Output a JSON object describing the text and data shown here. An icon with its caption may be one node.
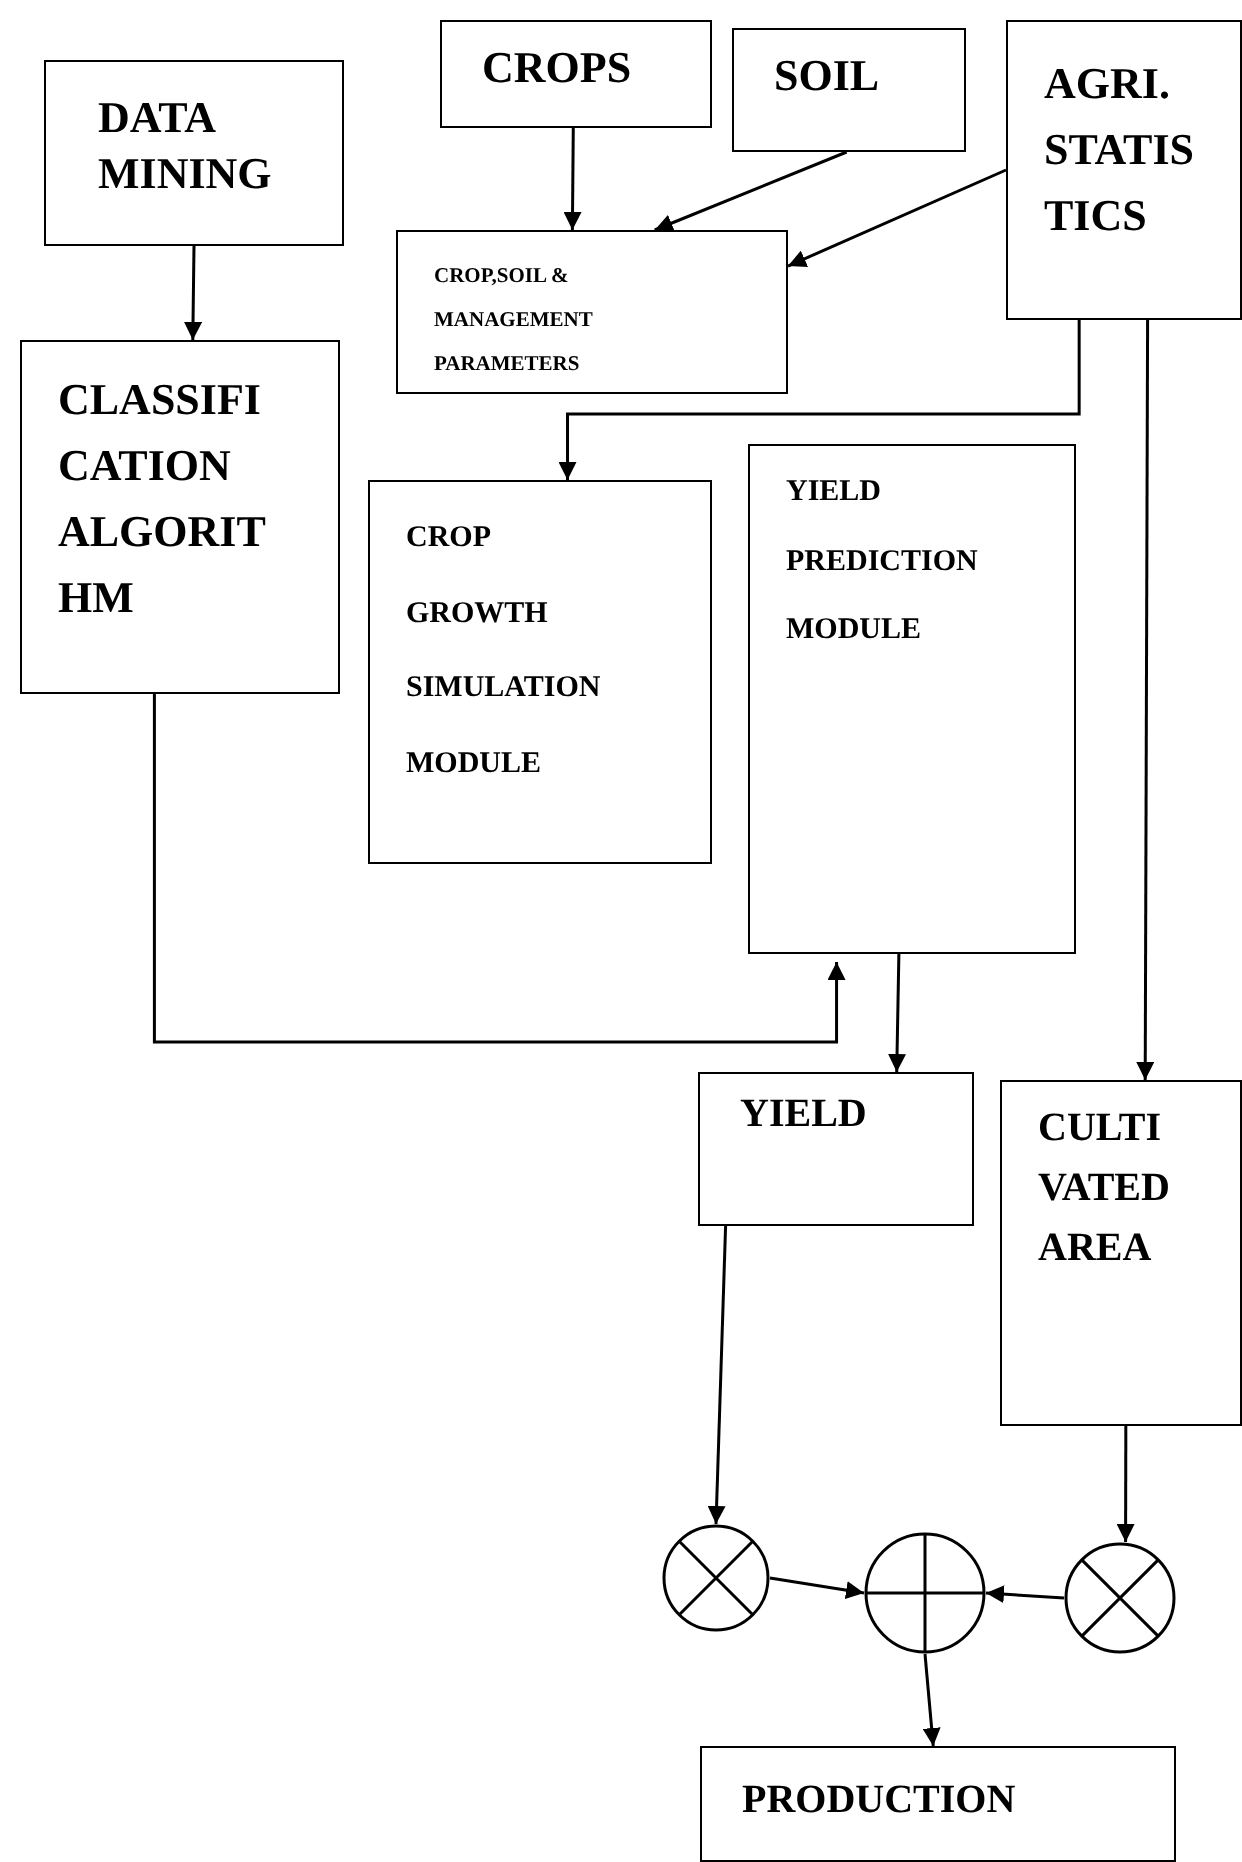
{
  "diagram": {
    "nodes": [
      {
        "text": [
          "DATA MINING"
        ]
      },
      {
        "text": [
          "CROPS"
        ]
      },
      {
        "text": [
          "SOIL"
        ]
      },
      {
        "text": [
          "AGRI. STATIS TICS"
        ]
      },
      {
        "text": [
          "CROP,SOIL & MANAGEMENT PARAMETERS"
        ]
      },
      {
        "text": [
          "CLASSIFI CATION ALGORIT HM"
        ]
      },
      {
        "text": [
          "CROP GROWTH SIMULATION MODULE"
        ]
      },
      {
        "text": [
          "YIELD PREDICTION MODULE"
        ]
      },
      {
        "text": [
          "YIELD"
        ]
      },
      {
        "text": [
          "CULTI VATED AREA"
        ]
      },
      {
        "text": [],
        "shape": "circle"
      },
      {
        "text": [],
        "shape": "circle"
      },
      {
        "text": [],
        "shape": "circle"
      },
      {
        "text": [
          "PRODUCTION"
        ]
      }
    ],
    "edges": [
      {
        "from": 0,
        "to": 5,
        "arrow": "to"
      },
      {
        "from": 1,
        "to": 4,
        "arrow": "to"
      },
      {
        "from": 2,
        "to": 4,
        "arrow": "to"
      },
      {
        "from": 3,
        "to": 4,
        "arrow": "to"
      },
      {
        "from": 3,
        "to": 6,
        "arrow": "to"
      },
      {
        "from": 5,
        "to": 7,
        "arrow": "to"
      },
      {
        "from": 7,
        "to": 8,
        "arrow": "to"
      },
      {
        "from": 3,
        "to": 9,
        "arrow": "to"
      },
      {
        "from": 8,
        "to": 10,
        "arrow": "to"
      },
      {
        "from": 9,
        "to": 12,
        "arrow": "to"
      },
      {
        "from": 10,
        "to": 11,
        "arrow": "to"
      },
      {
        "from": 12,
        "to": 11,
        "arrow": "to"
      },
      {
        "from": 11,
        "to": 13,
        "arrow": "to"
      }
    ]
  }
}
